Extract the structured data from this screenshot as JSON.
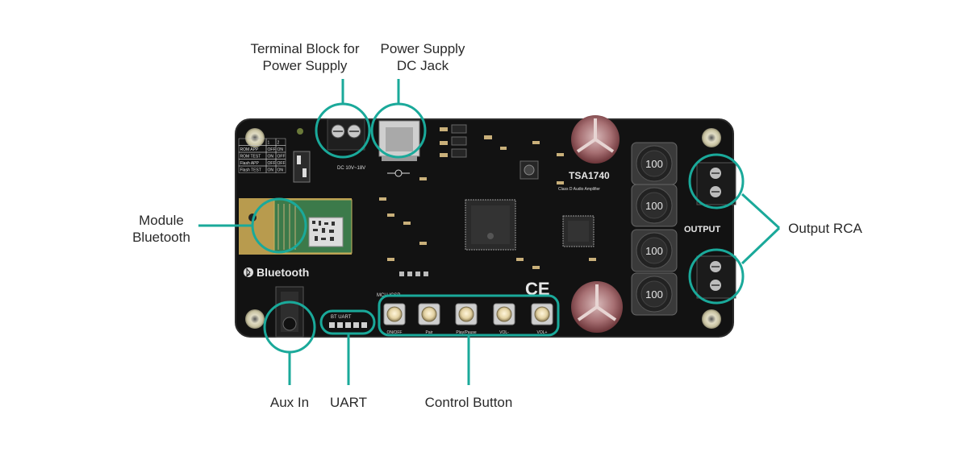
{
  "callouts": {
    "terminal_block": [
      "Terminal Block for",
      "Power Supply"
    ],
    "dc_jack": [
      "Power Supply",
      "DC Jack"
    ],
    "module_bluetooth": [
      "Module",
      "Bluetooth"
    ],
    "output_rca": "Output RCA",
    "aux_in": "Aux In",
    "uart": "UART",
    "control_button": "Control Button"
  },
  "board": {
    "chip_name": "TSA1740",
    "chip_subtitle": "Class D Audio Amplifier",
    "output_label": "OUTPUT",
    "bluetooth_logo_text": "Bluetooth",
    "ce_mark": "CE",
    "dc_label": "DC 10V~18V",
    "inductor_value": "100",
    "uart_silk": "BT UART",
    "mcu_silk": "MCU ICSP",
    "button_labels": [
      "ON/OFF",
      "Pair",
      "Play/Pause",
      "VOL-",
      "VOL+"
    ],
    "mode_table": [
      [
        "",
        "1",
        "2"
      ],
      [
        "ROM APP",
        "OFF",
        "ON"
      ],
      [
        "ROM TEST",
        "ON",
        "OFF"
      ],
      [
        "Flash APP",
        "OFF",
        "OFF"
      ],
      [
        "Flash TEST",
        "ON",
        "ON"
      ]
    ]
  },
  "colors": {
    "callout": "#1aa99a",
    "board": "#111111",
    "silkscreen": "#e6e6e6",
    "label_text": "#2a2a2a"
  }
}
